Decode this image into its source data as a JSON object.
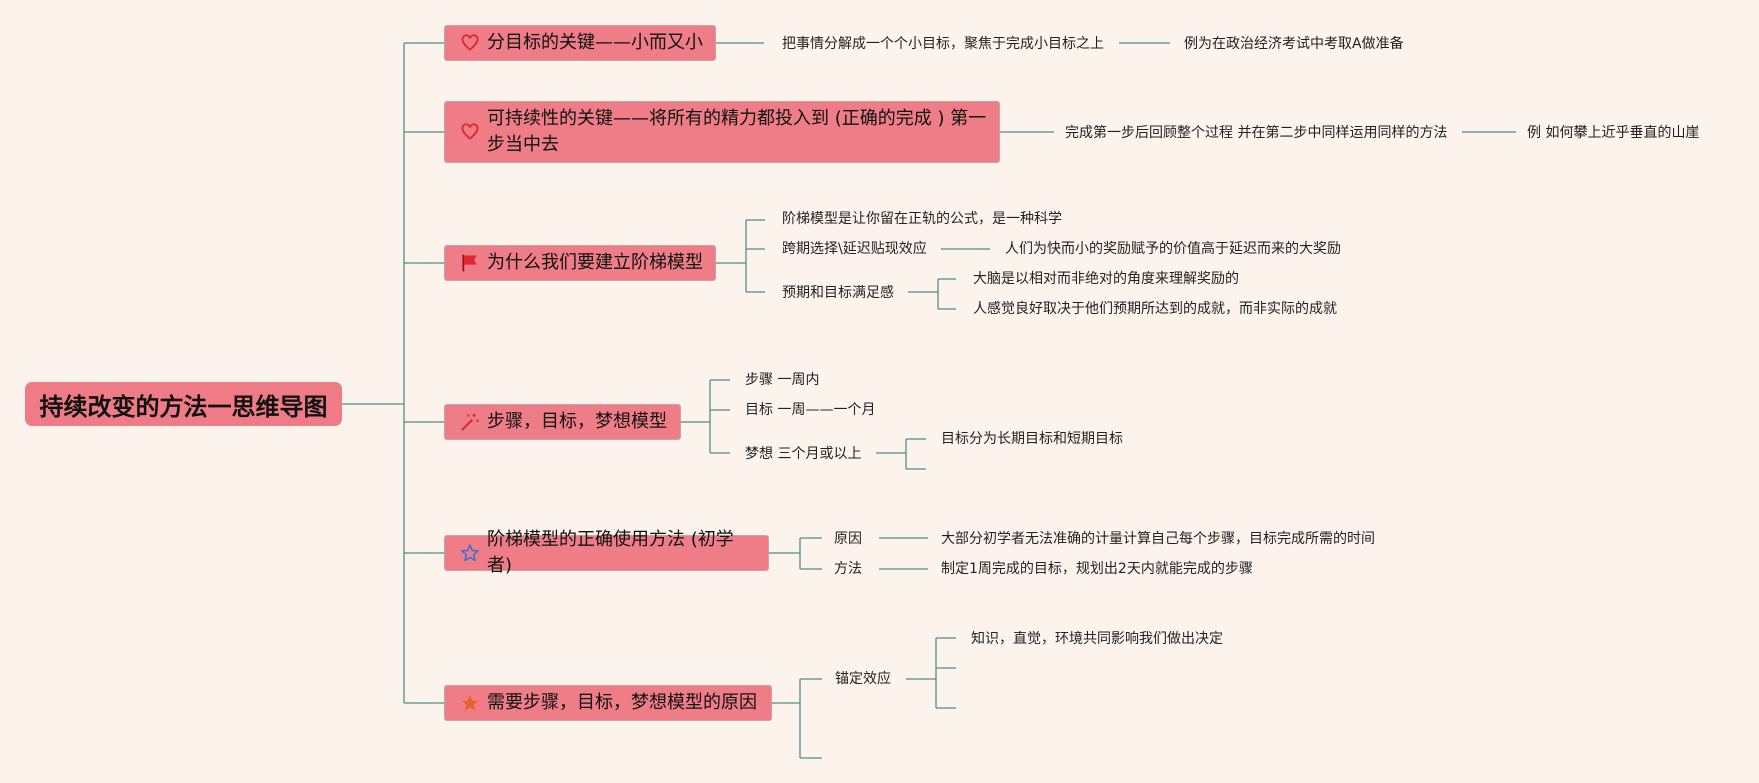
{
  "root": {
    "label": "持续改变的方法一思维导图"
  },
  "branches": [
    {
      "label": "分目标的关键——小而又小",
      "icon": "heart-icon",
      "children": [
        {
          "label": "把事情分解成一个个小目标，聚焦于完成小目标之上",
          "children": [
            {
              "label": "例为在政治经济考试中考取A做准备"
            }
          ]
        }
      ]
    },
    {
      "label": "可持续性的关键——将所有的精力都投入到 (正确的完成 ) 第一步当中去",
      "icon": "heart-icon",
      "children": [
        {
          "label": "完成第一步后回顾整个过程 并在第二步中同样运用同样的方法",
          "children": [
            {
              "label": "例 如何攀上近乎垂直的山崖"
            }
          ]
        }
      ]
    },
    {
      "label": "为什么我们要建立阶梯模型",
      "icon": "flag-icon",
      "children": [
        {
          "label": "阶梯模型是让你留在正轨的公式，是一种科学"
        },
        {
          "label": "跨期选择\\延迟贴现效应",
          "children": [
            {
              "label": "人们为快而小的奖励赋予的价值高于延迟而来的大奖励"
            }
          ]
        },
        {
          "label": "预期和目标满足感",
          "children": [
            {
              "label": "大脑是以相对而非绝对的角度来理解奖励的"
            },
            {
              "label": "人感觉良好取决于他们预期所达到的成就，而非实际的成就"
            }
          ]
        }
      ]
    },
    {
      "label": "步骤，目标，梦想模型",
      "icon": "wand-icon",
      "children": [
        {
          "label": "步骤 一周内"
        },
        {
          "label": "目标 一周——一个月"
        },
        {
          "label": "梦想 三个月或以上",
          "children": [
            {
              "label": "目标分为长期目标和短期目标"
            },
            {
              "label": ""
            }
          ]
        }
      ]
    },
    {
      "label": "阶梯模型的正确使用方法 (初学者)",
      "icon": "star-outline-icon",
      "children": [
        {
          "label": "原因",
          "children": [
            {
              "label": "大部分初学者无法准确的计量计算自己每个步骤，目标完成所需的时间"
            }
          ]
        },
        {
          "label": "方法",
          "children": [
            {
              "label": "制定1周完成的目标，规划出2天内就能完成的步骤"
            }
          ]
        }
      ]
    },
    {
      "label": "需要步骤，目标，梦想模型的原因",
      "icon": "star-icon",
      "children": [
        {
          "label": "锚定效应",
          "children": [
            {
              "label": "知识，直觉，环境共同影响我们做出决定"
            },
            {
              "label": ""
            },
            {
              "label": ""
            }
          ]
        },
        {
          "label": ""
        }
      ]
    }
  ],
  "colors": {
    "background": "#fdf3ed",
    "node_fill": "#ef7d88",
    "line": "#4f8f85",
    "icon": "#e0282e",
    "star_outline": "#3a6fd0"
  }
}
